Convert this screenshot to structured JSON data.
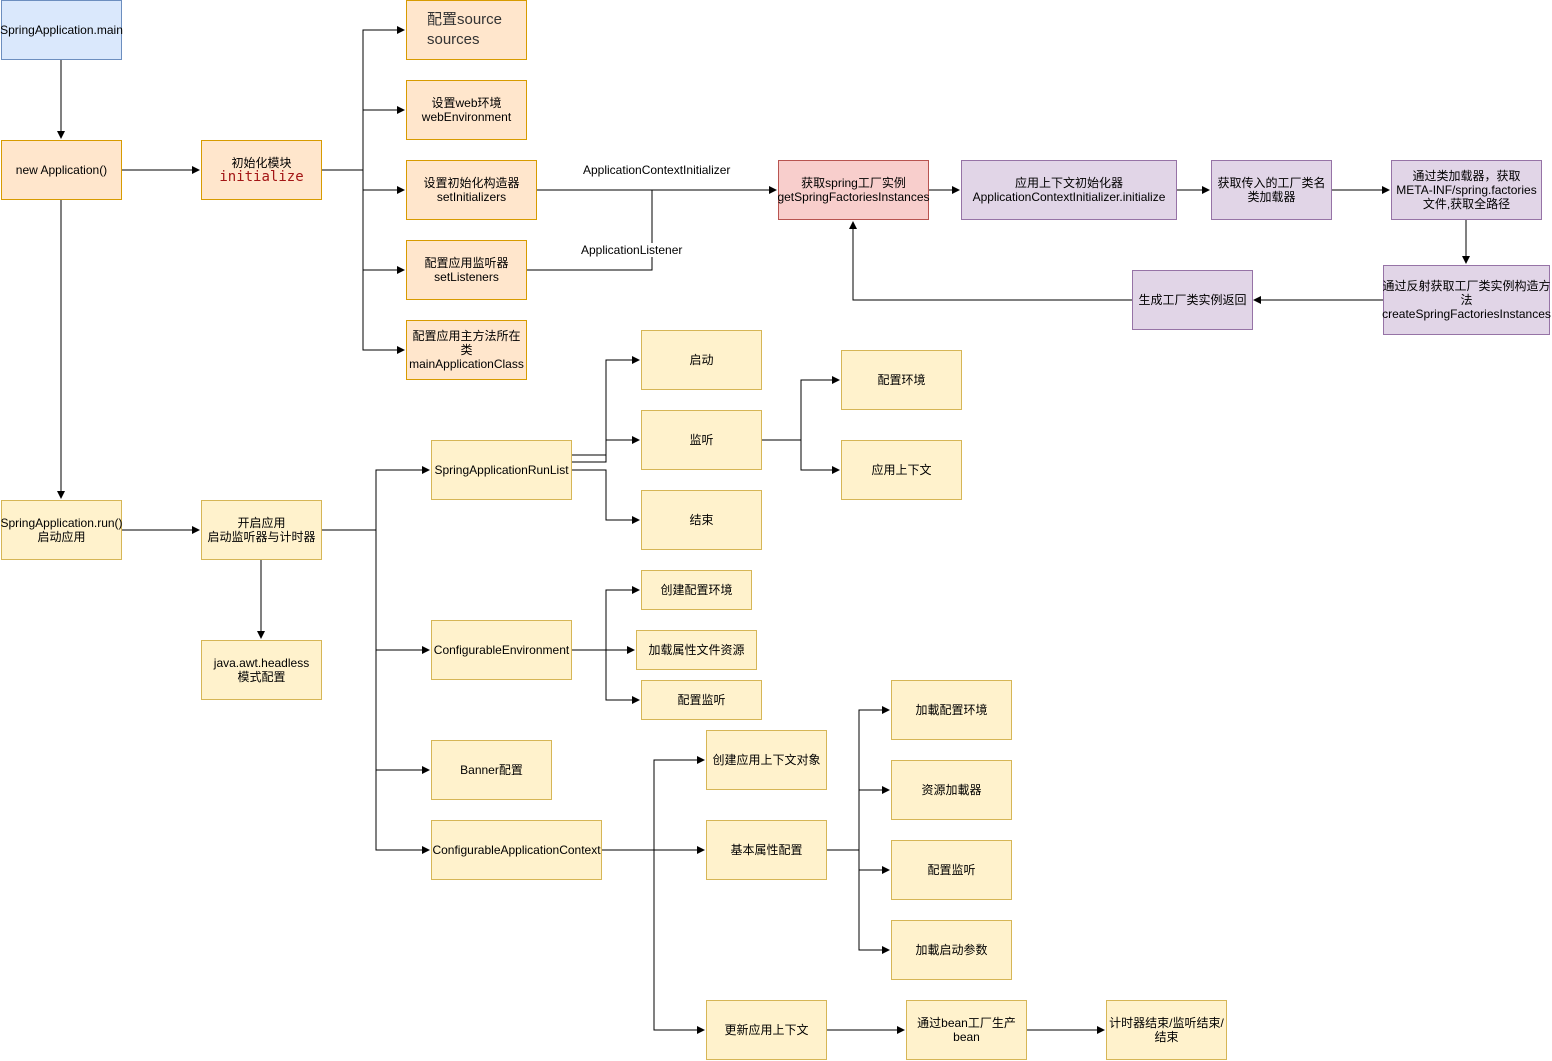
{
  "nodes": {
    "main": "SpringApplication.main",
    "new_app": "new Application()",
    "init_title": "初始化模块",
    "init_code": "initialize",
    "sources": "配置source\nsources",
    "web_env": "设置web环境\nwebEnvironment",
    "set_initializers": "设置初始化构造器\nsetInitializers",
    "set_listeners": "配置应用监听器\nsetListeners",
    "main_class": "配置应用主方法所在\n类\nmainApplicationClass",
    "factory_instances": "获取spring工厂实例\ngetSpringFactoriesInstances",
    "ctx_initializer": "应用上下文初始化器\nApplicationContextInitializer.initialize",
    "get_names": "获取传入的工厂类名\n类加载器",
    "meta_inf": "通过类加载器，获取\nMETA-INF/spring.factories\n文件,获取全路径",
    "create_instances": "通过反射获取工厂类实例构造方\n法\ncreateSpringFactoriesInstances",
    "gen_return": "生成工厂类实例返回",
    "run": "SpringApplication.run()\n启动应用",
    "start_app": "开启应用\n启动监听器与计时器",
    "headless": "java.awt.headless\n模式配置",
    "run_listeners": "SpringApplicationRunList",
    "start": "启动",
    "listen": "监听",
    "finish": "结束",
    "config_env": "配置环境",
    "app_ctx": "应用上下文",
    "configurable_env": "ConfigurableEnvironment",
    "create_env": "创建配置环境",
    "load_props": "加载属性文件资源",
    "config_listen_1": "配置监听",
    "banner": "Banner配置",
    "configurable_ctx": "ConfigurableApplicationContext",
    "create_ctx": "创建应用上下文对象",
    "basic_props": "基本属性配置",
    "load_env": "加載配置环境",
    "resource_loader": "资源加載器",
    "config_listen_2": "配置监听",
    "load_args": "加載启动参数",
    "refresh_ctx": "更新应用上下文",
    "bean_factory": "通过bean工厂生产\nbean",
    "timer_end": "计时器结束/监听结束/\n结束"
  },
  "edge_labels": {
    "ctx_initializer_edge": "ApplicationContextInitializer",
    "listener_edge": "ApplicationListener"
  },
  "colors": {
    "blue_fill": "#dae8fc",
    "blue_stroke": "#6c8ebf",
    "orange_fill": "#ffe6cc",
    "orange_stroke": "#d79b00",
    "yellow_fill": "#fff2cc",
    "yellow_stroke": "#d6b656",
    "red_fill": "#f8cecc",
    "red_stroke": "#b85450",
    "purple_fill": "#e1d5e7",
    "purple_stroke": "#9673a6"
  }
}
